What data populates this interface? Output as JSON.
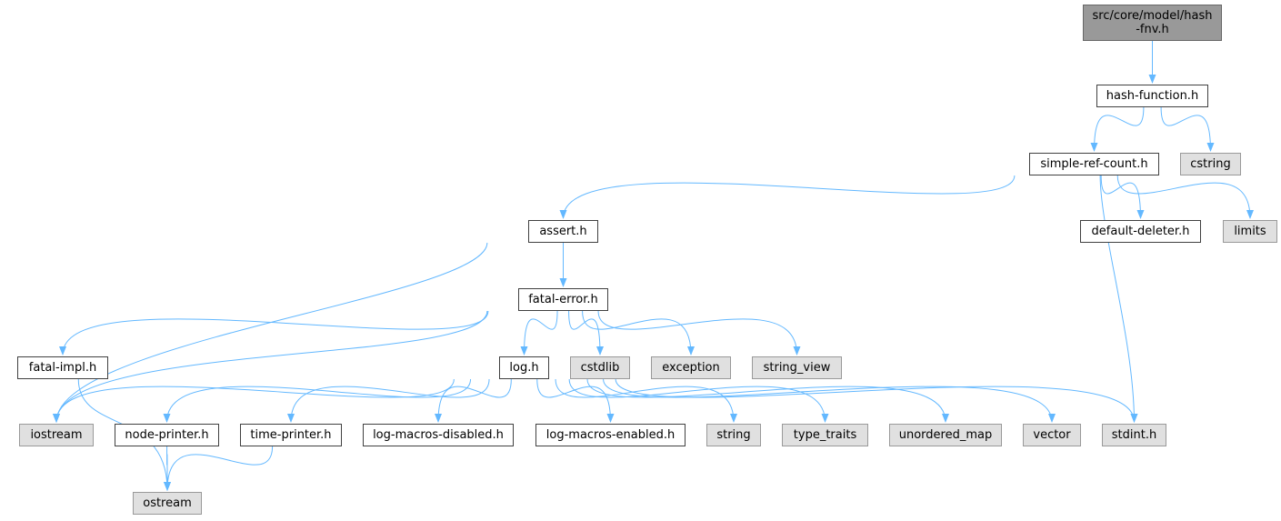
{
  "graph": {
    "edge_color": "#63b8ff",
    "fill_colors": {
      "root": "#999999",
      "local": "#ffffff",
      "external": "#e0e0e0"
    },
    "nodes": {
      "root": {
        "label": "src/core/model/hash-fnv.h",
        "line1": "src/core/model/hash",
        "line2": "-fnv.h"
      },
      "hash_function": "hash-function.h",
      "simple_ref_count": "simple-ref-count.h",
      "cstring": "cstring",
      "assert": "assert.h",
      "default_deleter": "default-deleter.h",
      "limits": "limits",
      "fatal_error": "fatal-error.h",
      "fatal_impl": "fatal-impl.h",
      "log": "log.h",
      "cstdlib": "cstdlib",
      "exception": "exception",
      "string_view": "string_view",
      "iostream": "iostream",
      "node_printer": "node-printer.h",
      "time_printer": "time-printer.h",
      "log_macros_disabled": "log-macros-disabled.h",
      "log_macros_enabled": "log-macros-enabled.h",
      "string": "string",
      "type_traits": "type_traits",
      "unordered_map": "unordered_map",
      "vector": "vector",
      "stdint": "stdint.h",
      "ostream": "ostream"
    },
    "edges": [
      [
        "root",
        "hash_function"
      ],
      [
        "hash_function",
        "simple_ref_count"
      ],
      [
        "hash_function",
        "cstring"
      ],
      [
        "simple_ref_count",
        "assert"
      ],
      [
        "simple_ref_count",
        "default_deleter"
      ],
      [
        "simple_ref_count",
        "limits"
      ],
      [
        "simple_ref_count",
        "stdint"
      ],
      [
        "assert",
        "fatal_error"
      ],
      [
        "assert",
        "iostream"
      ],
      [
        "fatal_error",
        "fatal_impl"
      ],
      [
        "fatal_error",
        "iostream"
      ],
      [
        "fatal_error",
        "log"
      ],
      [
        "fatal_error",
        "cstdlib"
      ],
      [
        "fatal_error",
        "exception"
      ],
      [
        "fatal_error",
        "string_view"
      ],
      [
        "fatal_impl",
        "ostream"
      ],
      [
        "log",
        "iostream"
      ],
      [
        "log",
        "node_printer"
      ],
      [
        "log",
        "time_printer"
      ],
      [
        "log",
        "log_macros_disabled"
      ],
      [
        "log",
        "log_macros_enabled"
      ],
      [
        "log",
        "string"
      ],
      [
        "log",
        "type_traits"
      ],
      [
        "log",
        "unordered_map"
      ],
      [
        "log",
        "vector"
      ],
      [
        "log",
        "stdint"
      ],
      [
        "node_printer",
        "ostream"
      ],
      [
        "time_printer",
        "ostream"
      ]
    ]
  }
}
